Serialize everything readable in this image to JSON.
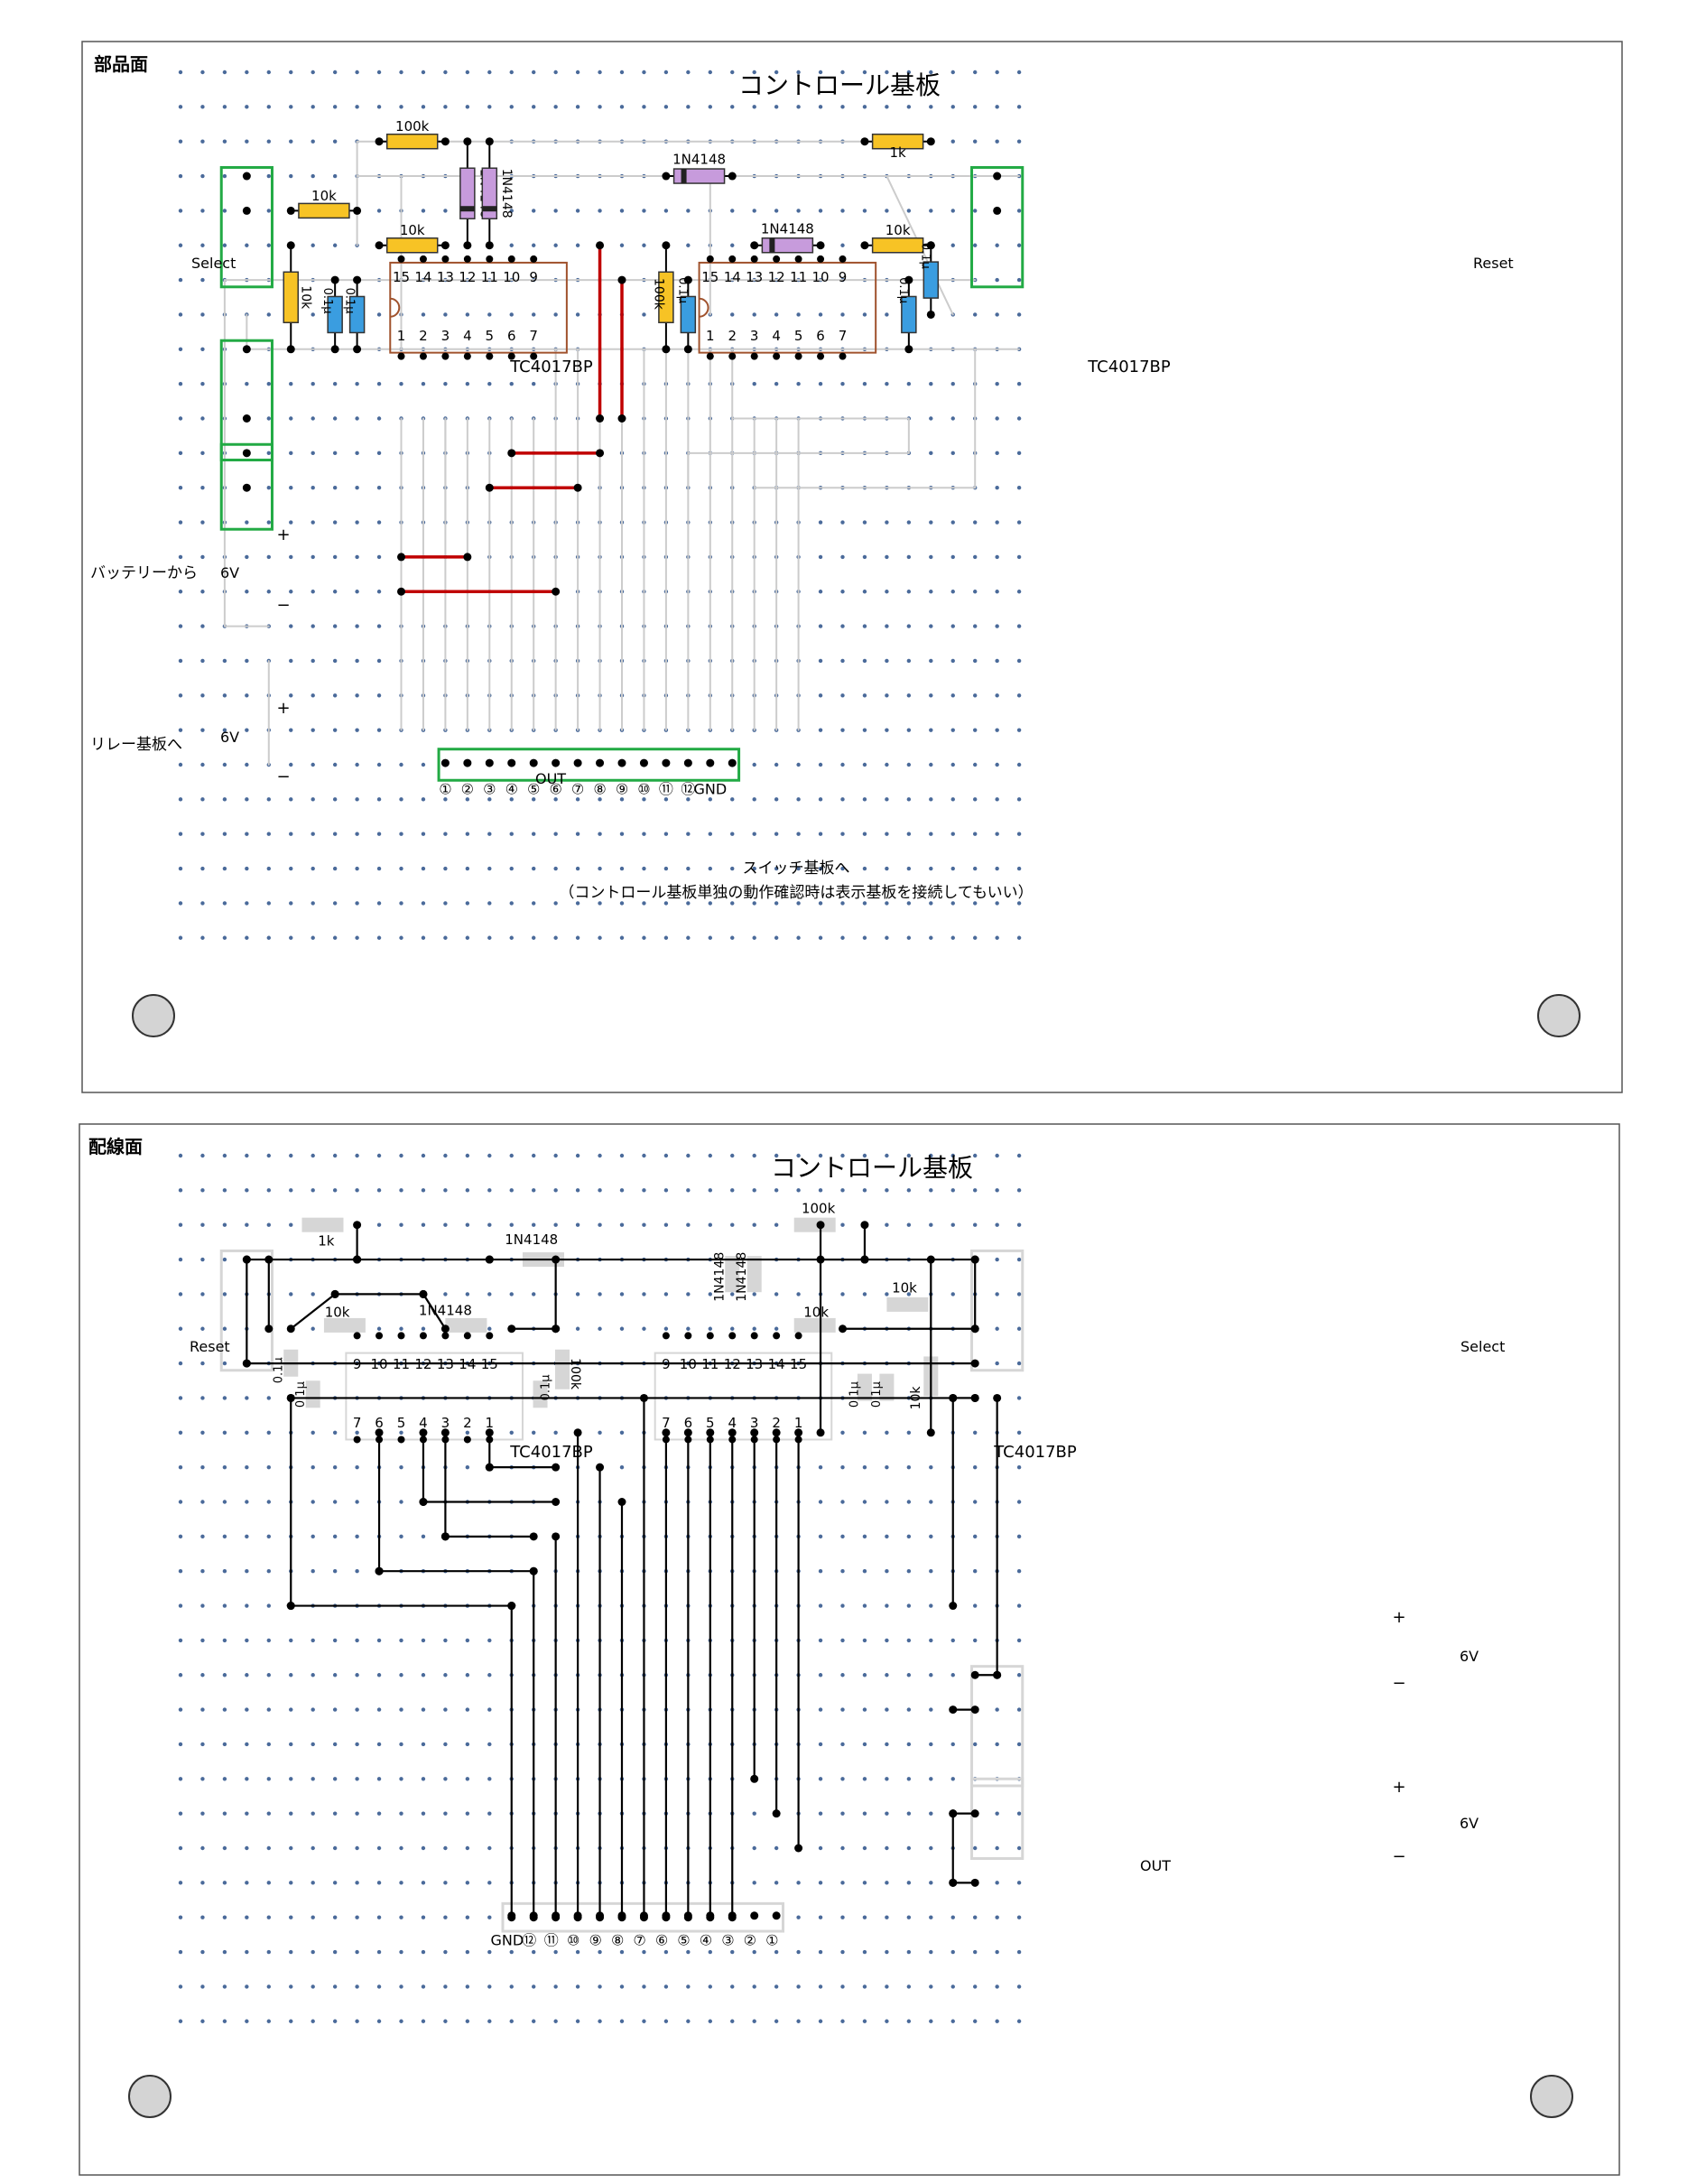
{
  "top": {
    "side_label": "部品面",
    "title": "コントロール基板",
    "ic_name": "TC4017BP",
    "connectors": {
      "select": "Select",
      "reset": "Reset",
      "out": "OUT"
    },
    "battery_label": "バッテリーから",
    "relay_label": "リレー基板へ",
    "voltage": "6V",
    "plus": "+",
    "minus": "−",
    "out_pins": [
      "①",
      "②",
      "③",
      "④",
      "⑤",
      "⑥",
      "⑦",
      "⑧",
      "⑨",
      "⑩",
      "⑪",
      "⑫",
      "GND"
    ],
    "note_line1": "スイッチ基板へ",
    "note_line2": "（コントロール基板単独の動作確認時は表示基板を接続してもいい）",
    "ic_pins_top": [
      "15",
      "14",
      "13",
      "12",
      "11",
      "10",
      "9"
    ],
    "ic_pins_bottom": [
      "1",
      "2",
      "3",
      "4",
      "5",
      "6",
      "7"
    ],
    "parts": {
      "r100k": "100k",
      "r10k": "10k",
      "r1k": "1k",
      "diode": "1N4148",
      "cap": "0.1μ"
    }
  },
  "bottom": {
    "side_label": "配線面",
    "title": "コントロール基板",
    "ic_name": "TC4017BP",
    "connectors": {
      "select": "Select",
      "reset": "Reset",
      "out": "OUT"
    },
    "voltage": "6V",
    "plus": "+",
    "minus": "−",
    "out_pins": [
      "GND",
      "⑫",
      "⑪",
      "⑩",
      "⑨",
      "⑧",
      "⑦",
      "⑥",
      "⑤",
      "④",
      "③",
      "②",
      "①"
    ],
    "ic_pins_top": [
      "9",
      "10",
      "11",
      "12",
      "13",
      "14",
      "15"
    ],
    "ic_pins_bottom": [
      "7",
      "6",
      "5",
      "4",
      "3",
      "2",
      "1"
    ],
    "parts": {
      "r100k": "100k",
      "r10k": "10k",
      "r1k": "1k",
      "diode": "1N4148",
      "cap": "0.1μ"
    }
  },
  "colors": {
    "side_label": "#e00000",
    "connector_label": "#1f7fbf",
    "hole": "#4a6a9a",
    "green_frame": "#22aa44",
    "ic_outline": "#a0522d",
    "resistor": "#f7c325",
    "diode": "#c79bdc",
    "capacitor": "#3a9de0",
    "jumper": "#c00000",
    "trace_gray": "#cccccc",
    "wire": "#000000"
  }
}
